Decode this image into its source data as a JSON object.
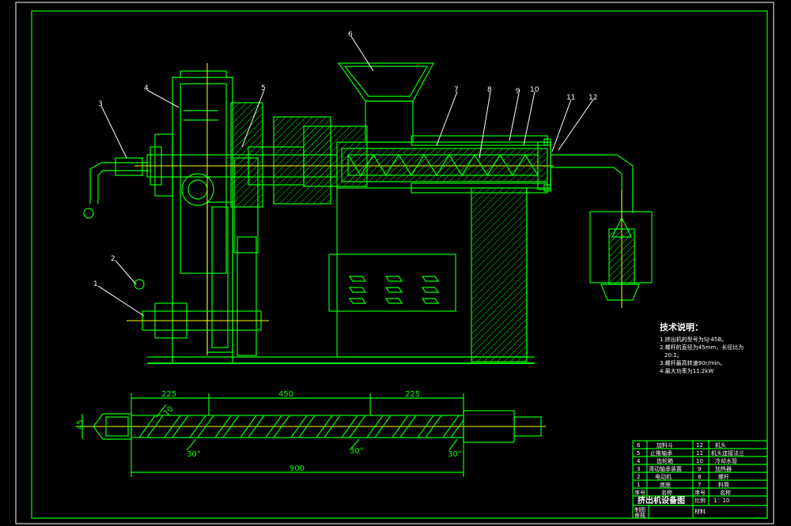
{
  "part_labels": [
    "1",
    "2",
    "3",
    "4",
    "5",
    "6",
    "7",
    "8",
    "9",
    "10",
    "11",
    "12"
  ],
  "dimensions": {
    "top": [
      "225",
      "450",
      "225"
    ],
    "overall": "900",
    "diameter": "45",
    "pitch": "10",
    "angles": [
      "30°",
      "30°",
      "30°"
    ]
  },
  "tech_notes": {
    "heading": "技术说明：",
    "lines": [
      "1.挤出机的型号为SJ-45B。",
      "2.螺杆的直径为45mm，长径比为",
      "20:1。",
      "3.螺杆最高转速90r/min。",
      "4.最大功率为11.2kW"
    ]
  },
  "parts_table": {
    "rows": [
      [
        "6",
        "加料斗",
        "12",
        "机头"
      ],
      [
        "5",
        "止推轴承",
        "11",
        "机头连接法兰"
      ],
      [
        "4",
        "齿轮箱",
        "10",
        "冷却水管"
      ],
      [
        "3",
        "滑动轴承装置",
        "9",
        "加热器"
      ],
      [
        "2",
        "电动机",
        "8",
        "螺杆"
      ],
      [
        "1",
        "底座",
        "7",
        "料筒"
      ]
    ],
    "header": [
      "序号",
      "名称",
      "序号",
      "名称"
    ],
    "title": "挤出机设备图",
    "scale_label": "比例",
    "scale": "1：10",
    "material_label": "材料",
    "drawn_label": "制图",
    "checked_label": "审核"
  }
}
